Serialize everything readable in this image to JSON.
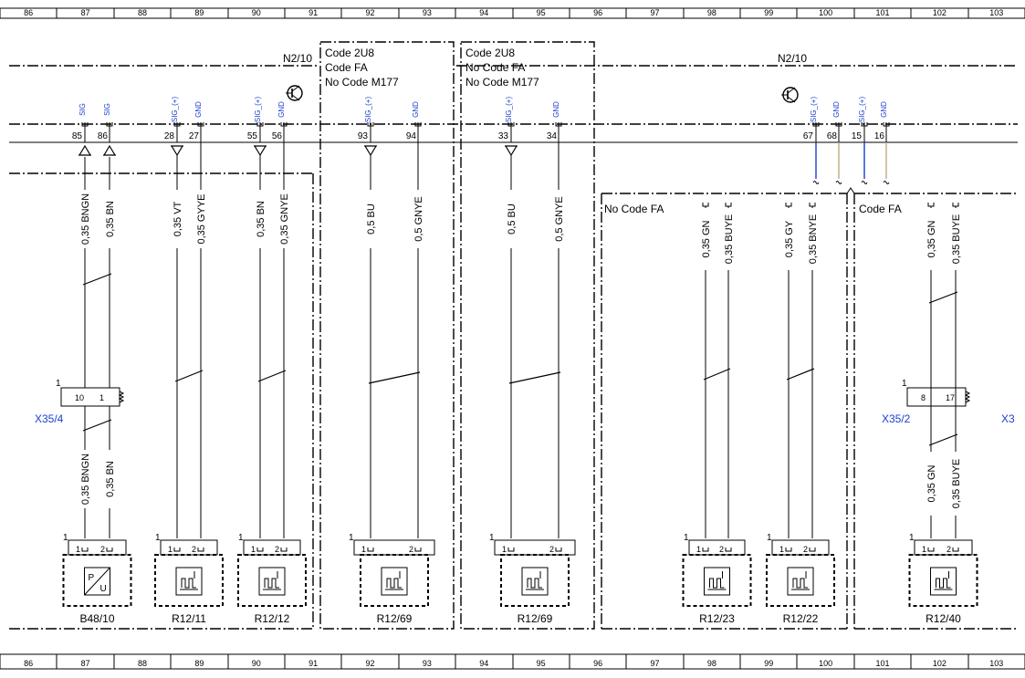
{
  "ruler": {
    "columns": [
      "86",
      "87",
      "88",
      "89",
      "90",
      "91",
      "92",
      "93",
      "94",
      "95",
      "96",
      "97",
      "98",
      "99",
      "100",
      "101",
      "102",
      "103"
    ]
  },
  "module": {
    "left_label": "N2/10",
    "right_label": "N2/10"
  },
  "code_boxes": {
    "box1": [
      "Code 2U8",
      "Code FA",
      "No Code M177"
    ],
    "box2": [
      "Code 2U8",
      "No Code FA",
      "No Code M177"
    ],
    "box3": "No Code FA",
    "box4": "Code FA"
  },
  "pins": [
    {
      "num": "85",
      "sig": "SIG",
      "wire_top": "0,35 BNGN",
      "wire_bottom": "0,35 BNGN"
    },
    {
      "num": "86",
      "sig": "SIG",
      "wire_top": "0,35 BN",
      "wire_bottom": "0,35 BN"
    },
    {
      "num": "28",
      "sig": "SIG_(+)",
      "wire_top": "0,35 VT"
    },
    {
      "num": "27",
      "sig": "GND",
      "wire_top": "0,35 GYYE"
    },
    {
      "num": "55",
      "sig": "SIG_(+)",
      "wire_top": "0,35 BN"
    },
    {
      "num": "56",
      "sig": "GND",
      "wire_top": "0,35 GNYE"
    },
    {
      "num": "93",
      "sig": "SIG_(+)",
      "wire_top": "0,5 BU"
    },
    {
      "num": "94",
      "sig": "GND",
      "wire_top": "0,5 GNYE"
    },
    {
      "num": "33",
      "sig": "SIG_(+)",
      "wire_top": "0,5 BU"
    },
    {
      "num": "34",
      "sig": "GND",
      "wire_top": "0,5 GNYE"
    },
    {
      "num": "67",
      "sig": "SIG_(+)"
    },
    {
      "num": "68",
      "sig": "GND"
    },
    {
      "num": "15",
      "sig": "SIG_(+)"
    },
    {
      "num": "16",
      "sig": "GND"
    }
  ],
  "subwires": {
    "w1": "0,35 GN",
    "w2": "0,35 BUYE",
    "w3": "0,35 GY",
    "w4": "0,35 BNYE",
    "w5": "0,35 GN",
    "w6": "0,35 BUYE",
    "w5b": "0,35 GN",
    "w6b": "0,35 BUYE"
  },
  "connectors": {
    "x354": {
      "label": "X35/4",
      "pin_a": "10",
      "pin_b": "1",
      "index": "1"
    },
    "x352": {
      "label": "X35/2",
      "pin_a": "8",
      "pin_b": "17",
      "index": "1"
    },
    "x3": "X3"
  },
  "components": [
    {
      "label": "B48/10",
      "type": "pressure"
    },
    {
      "label": "R12/11",
      "type": "heater"
    },
    {
      "label": "R12/12",
      "type": "heater"
    },
    {
      "label": "R12/69",
      "type": "heater"
    },
    {
      "label": "R12/69",
      "type": "heater"
    },
    {
      "label": "R12/23",
      "type": "heater"
    },
    {
      "label": "R12/22",
      "type": "heater"
    },
    {
      "label": "R12/40",
      "type": "heater"
    }
  ],
  "component_pins": {
    "a": "1",
    "b": "2",
    "index": "1"
  },
  "colors": {
    "line": "#000000",
    "signal": "#1a3fd1",
    "tan_wire": "#c8a982"
  }
}
